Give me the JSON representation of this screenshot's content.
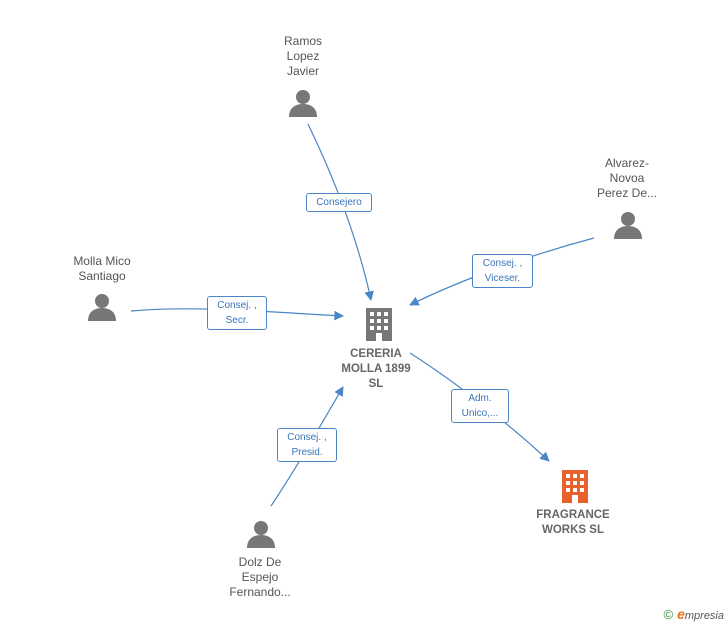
{
  "nodes": {
    "ramos": "Ramos\nLopez\nJavier",
    "alvarez": "Alvarez-\nNovoa\nPerez De...",
    "molla": "Molla Mico\nSantiago",
    "dolz": "Dolz De\nEspejo\nFernando...",
    "cereria": "CERERIA\nMOLLA 1899\nSL",
    "fragrance": "FRAGRANCE\nWORKS  SL"
  },
  "edges": {
    "ramos_cereria": "Consejero",
    "alvarez_cereria": "Consej. ,\nViceser.",
    "molla_cereria": "Consej. ,\nSecr.",
    "dolz_cereria": "Consej. ,\nPresid.",
    "cereria_fragrance": "Adm.\nUnico,..."
  },
  "colors": {
    "edge": "#4a86c5",
    "person": "#777777",
    "company": "#777777",
    "company_highlight": "#e8602c"
  },
  "footer": {
    "copyright_symbol": "©",
    "brand_initial": "e",
    "brand_rest": "mpresia"
  }
}
